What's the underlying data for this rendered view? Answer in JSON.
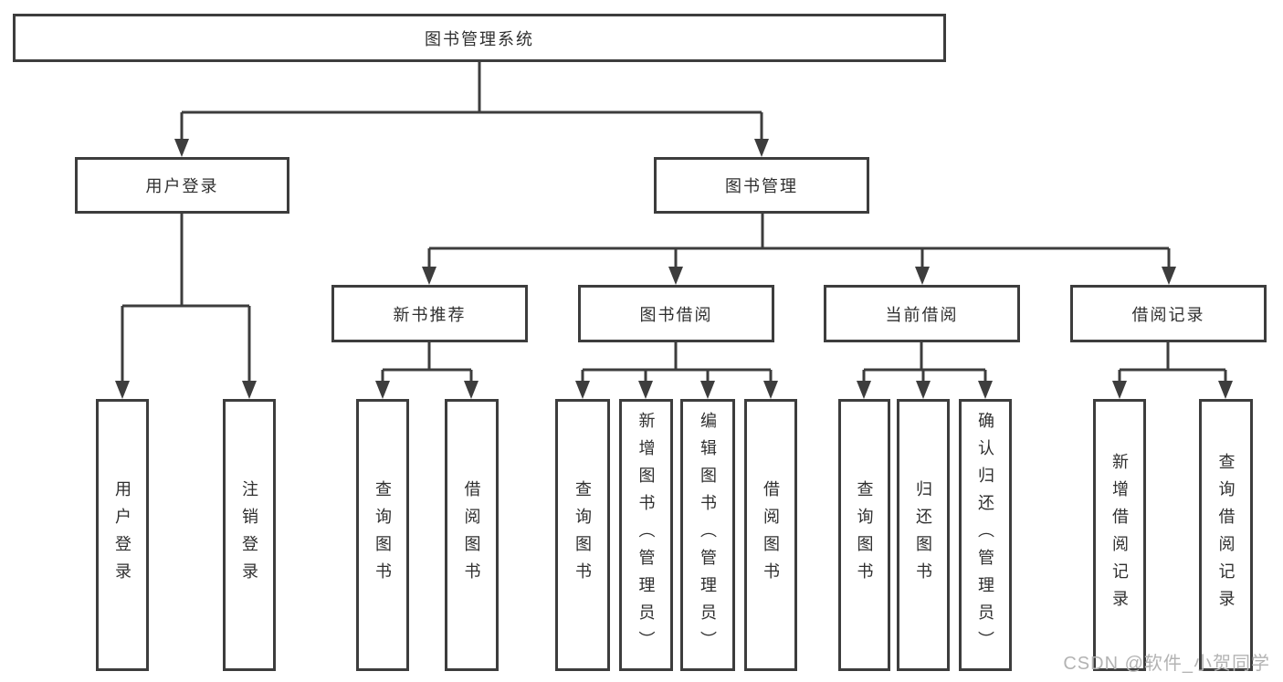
{
  "diagram": {
    "root": {
      "label": "图书管理系统",
      "children": [
        {
          "label": "用户登录",
          "children": [
            {
              "label": "用户登录"
            },
            {
              "label": "注销登录"
            }
          ]
        },
        {
          "label": "图书管理",
          "children": [
            {
              "label": "新书推荐",
              "children": [
                {
                  "label": "查询图书"
                },
                {
                  "label": "借阅图书"
                }
              ]
            },
            {
              "label": "图书借阅",
              "children": [
                {
                  "label": "查询图书"
                },
                {
                  "label": "新增图书（管理员）"
                },
                {
                  "label": "编辑图书（管理员）"
                },
                {
                  "label": "借阅图书"
                }
              ]
            },
            {
              "label": "当前借阅",
              "children": [
                {
                  "label": "查询图书"
                },
                {
                  "label": "归还图书"
                },
                {
                  "label": "确认归还（管理员）"
                }
              ]
            },
            {
              "label": "借阅记录",
              "children": [
                {
                  "label": "新增借阅记录"
                },
                {
                  "label": "查询借阅记录"
                }
              ]
            }
          ]
        }
      ]
    },
    "watermark": "CSDN @软件_小贺同学",
    "colors": {
      "line": "#3d3d3d",
      "box_background": "#ffffff",
      "text": "#2f2f2f",
      "watermark": "#b3b3b3"
    }
  }
}
